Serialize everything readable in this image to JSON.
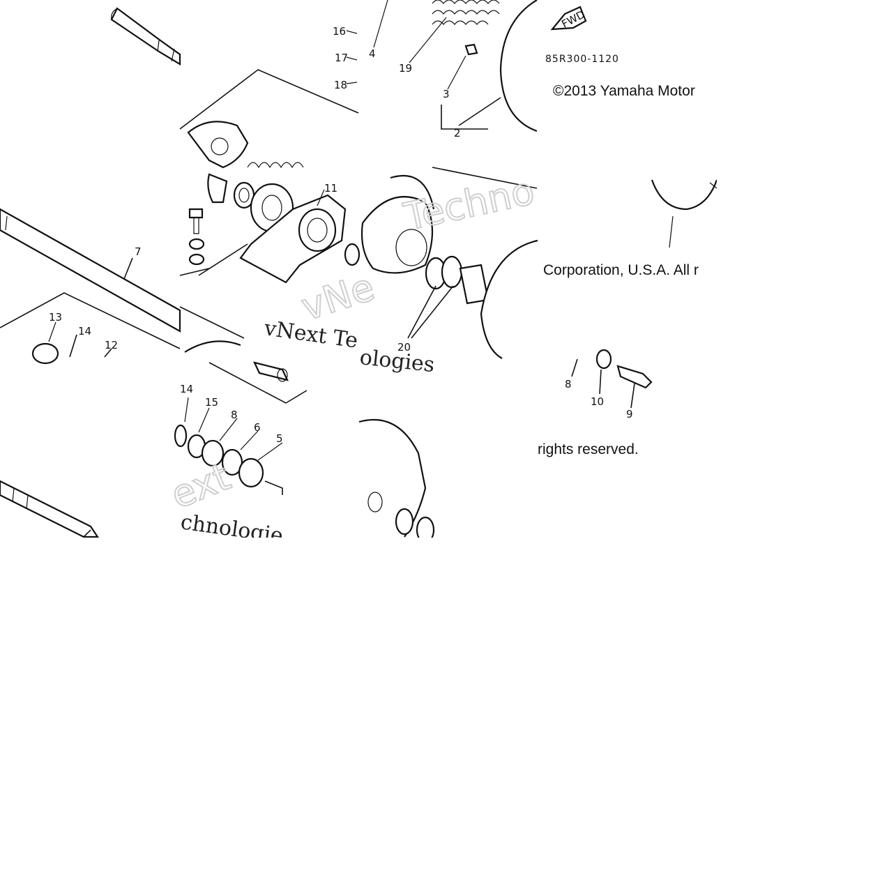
{
  "diagram": {
    "part_code": "85R300-1120",
    "fwd_label": "FWD",
    "copyright_line1": "©2013 Yamaha Motor",
    "copyright_line2": "Corporation, U.S.A. All r",
    "copyright_line3": "rights reserved.",
    "watermark_1": "vNext Te",
    "watermark_2": "chnologie",
    "watermark_3": "ologies",
    "watermark_4": "Techno",
    "watermark_5": "vNe",
    "watermark_6": "ext",
    "callouts": {
      "c16": "16",
      "c17": "17",
      "c18": "18",
      "c4": "4",
      "c19": "19",
      "c3": "3",
      "c2": "2",
      "c11": "11",
      "c7": "7",
      "c13": "13",
      "c14a": "14",
      "c12": "12",
      "c20": "20",
      "c14b": "14",
      "c15": "15",
      "c8a": "8",
      "c6": "6",
      "c5": "5",
      "c8b": "8",
      "c10": "10",
      "c9": "9"
    }
  }
}
